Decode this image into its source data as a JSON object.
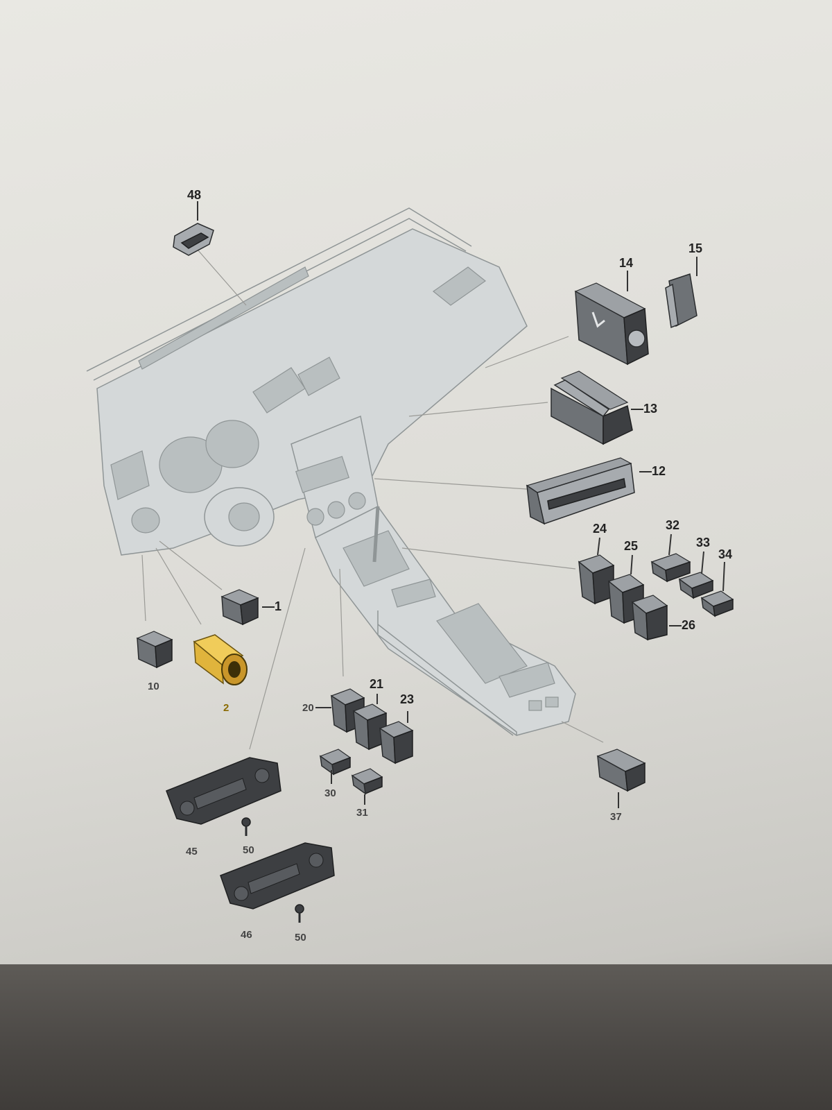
{
  "part_numbers": [
    {
      "id": "p48",
      "label": "48"
    },
    {
      "id": "p15",
      "label": "15"
    },
    {
      "id": "p14",
      "label": "14"
    },
    {
      "id": "p13",
      "label": "—13"
    },
    {
      "id": "p12",
      "label": "—12"
    },
    {
      "id": "p24",
      "label": "24"
    },
    {
      "id": "p25",
      "label": "25"
    },
    {
      "id": "p32",
      "label": "32"
    },
    {
      "id": "p33",
      "label": "33"
    },
    {
      "id": "p34",
      "label": "34"
    },
    {
      "id": "p26",
      "label": "—26"
    },
    {
      "id": "p1",
      "label": "—1"
    },
    {
      "id": "p10",
      "label": "10"
    },
    {
      "id": "p2",
      "label": "2"
    },
    {
      "id": "p20",
      "label": "20"
    },
    {
      "id": "p21",
      "label": "21"
    },
    {
      "id": "p23",
      "label": "23"
    },
    {
      "id": "p30",
      "label": "30"
    },
    {
      "id": "p31",
      "label": "31"
    },
    {
      "id": "p37",
      "label": "37"
    },
    {
      "id": "p45",
      "label": "45"
    },
    {
      "id": "p50a",
      "label": "50"
    },
    {
      "id": "p46",
      "label": "46"
    },
    {
      "id": "p50b",
      "label": "50"
    }
  ],
  "colors": {
    "highlight_part": "#e0b43c",
    "part": "#6e7276",
    "dashboard_line": "#8f9596"
  }
}
